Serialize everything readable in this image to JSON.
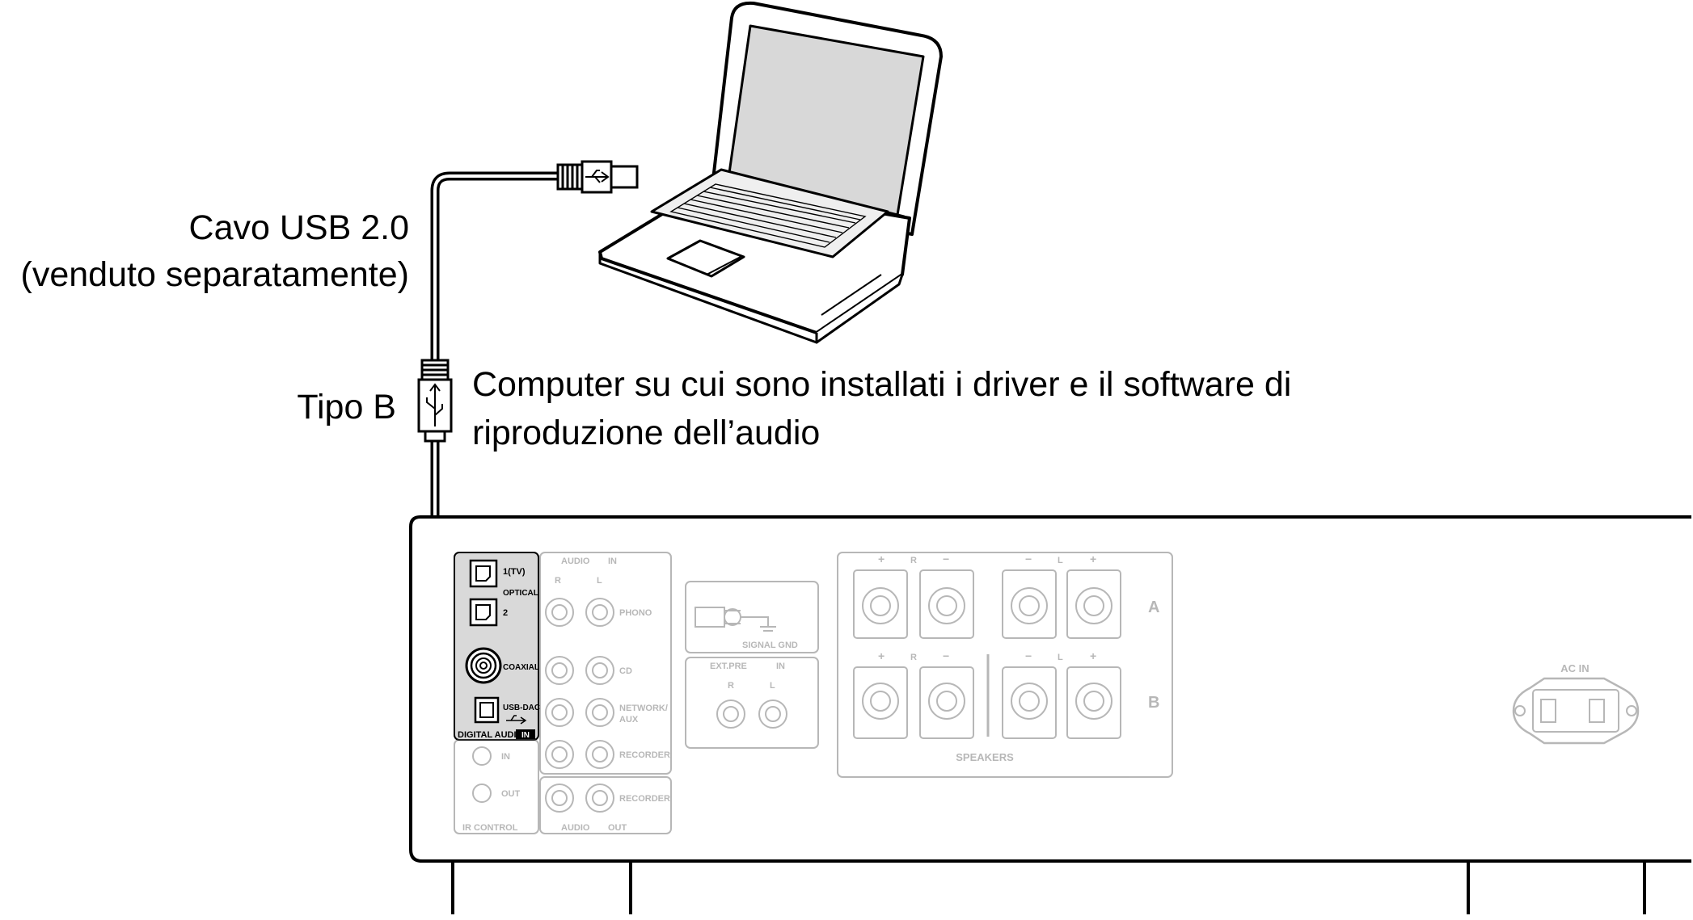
{
  "callouts": {
    "cable_line1": "Cavo USB 2.0",
    "cable_line2": "(venduto separatamente)",
    "connector_type": "Tipo B",
    "computer_line1": "Computer su cui sono installati i driver e il software di",
    "computer_line2": "riproduzione dell’audio"
  },
  "panel": {
    "digital_audio_in": {
      "title": "DIGITAL AUDIO",
      "badge": "IN",
      "optical_1": "1(TV)",
      "optical_group": "OPTICAL",
      "optical_2": "2",
      "coaxial": "COAXIAL",
      "usb_dac": "USB-DAC"
    },
    "audio_in": {
      "title": "AUDIO",
      "badge": "IN",
      "channel_r": "R",
      "channel_l": "L",
      "rows": [
        "PHONO",
        "CD",
        "NETWORK/",
        "AUX",
        "RECORDER"
      ]
    },
    "audio_out": {
      "title": "AUDIO",
      "badge": "OUT",
      "row": "RECORDER"
    },
    "ir_control": {
      "title": "IR CONTROL",
      "in": "IN",
      "out": "OUT"
    },
    "signal_gnd": "SIGNAL GND",
    "ext_pre": {
      "title": "EXT.PRE",
      "badge": "IN",
      "channel_r": "R",
      "channel_l": "L"
    },
    "speakers": {
      "title": "SPEAKERS",
      "row_a": "A",
      "row_b": "B",
      "channel_r": "R",
      "channel_l": "L",
      "plus": "+",
      "minus": "−"
    },
    "ac_in": "AC IN"
  },
  "colors": {
    "line": "#000000",
    "ghost_gray": "#b5b5b5",
    "badge_fill": "#c8c8c8"
  }
}
